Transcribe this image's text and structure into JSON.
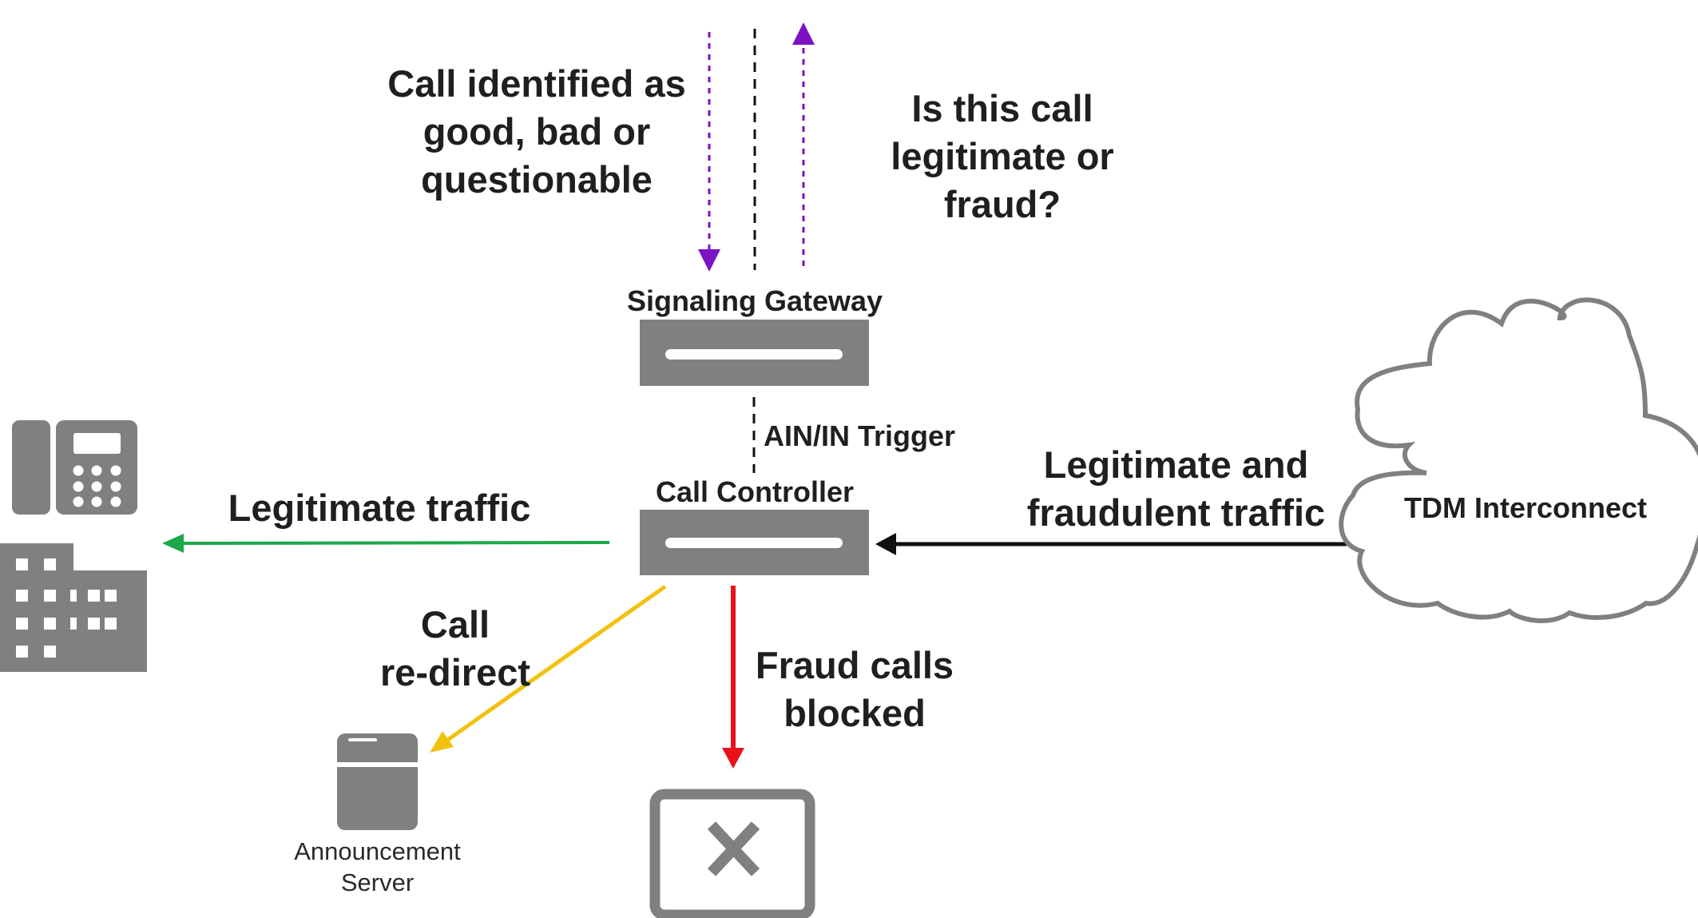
{
  "labels": {
    "call_identified": "Call identified as\ngood, bad or\nquestionable",
    "is_legit": "Is this call\nlegitimate or\nfraud?",
    "signaling_gateway": "Signaling Gateway",
    "trigger": "AIN/IN Trigger",
    "call_controller": "Call Controller",
    "legit_traffic": "Legitimate traffic",
    "legit_and_fraud": "Legitimate and\nfraudulent traffic",
    "tdm": "TDM Interconnect",
    "call_redirect": "Call\nre-direct",
    "fraud_blocked": "Fraud calls\nblocked",
    "announcement_server": "Announcement\nServer"
  },
  "colors": {
    "device_gray": "#808080",
    "text": "#1f1f1f",
    "purple": "#7b12c4",
    "green": "#1da84a",
    "black": "#111111",
    "yellow": "#f2c10f",
    "red": "#e8121b"
  },
  "icons": {
    "phone": "desk-phone-icon",
    "building": "office-building-icon",
    "server": "announcement-server-icon",
    "blocked": "blocked-call-icon",
    "cloud": "cloud-icon"
  }
}
